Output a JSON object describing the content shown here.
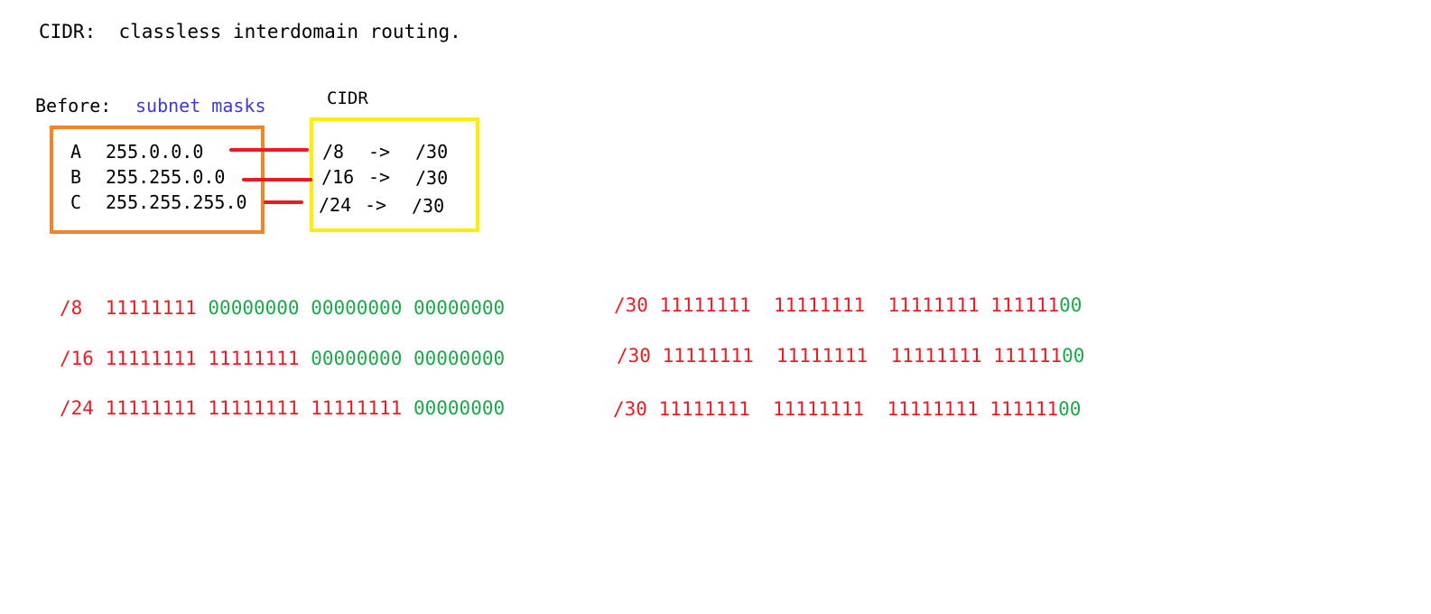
{
  "title": "CIDR:  classless interdomain routing.",
  "before_label": "Before:",
  "subnet_label": "subnet masks",
  "cidr_label": "CIDR",
  "classes": [
    {
      "letter": "A",
      "mask": "255.0.0.0"
    },
    {
      "letter": "B",
      "mask": "255.255.0.0"
    },
    {
      "letter": "C",
      "mask": "255.255.255.0"
    }
  ],
  "conversions": [
    {
      "from": "/8",
      "arrow": "->",
      "to": "/30"
    },
    {
      "from": "/16",
      "arrow": "->",
      "to": "/30"
    },
    {
      "from": "/24",
      "arrow": "->",
      "to": "/30"
    }
  ],
  "left_binary": [
    {
      "prefix": "/8",
      "ones": "11111111",
      "zeros": "00000000 00000000 00000000"
    },
    {
      "prefix": "/16",
      "ones": "11111111 11111111",
      "zeros": "00000000 00000000"
    },
    {
      "prefix": "/24",
      "ones": "11111111 11111111 11111111",
      "zeros": "00000000"
    }
  ],
  "right_binary": [
    {
      "prefix": "/30",
      "ones": "11111111  11111111  11111111 111111",
      "zeros": "00"
    },
    {
      "prefix": "/30",
      "ones": "11111111  11111111  11111111 111111",
      "zeros": "00"
    },
    {
      "prefix": "/30",
      "ones": "11111111  11111111  11111111 111111",
      "zeros": "00"
    }
  ],
  "colors": {
    "ones": "#e81c24",
    "zeros": "#1ca84a",
    "subnet_label": "#3b3bd1",
    "orange_box": "#f58426",
    "yellow_box": "#ffee00",
    "connector": "#e81c24"
  }
}
